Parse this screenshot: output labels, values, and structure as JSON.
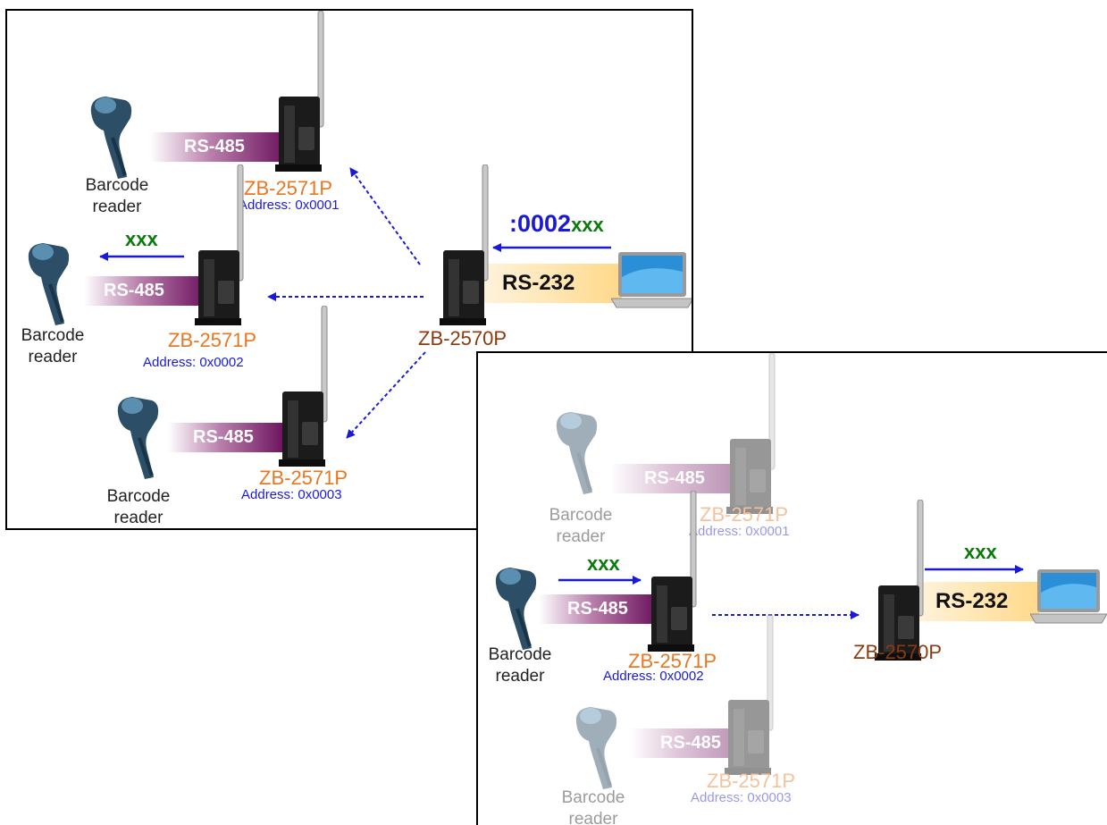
{
  "panel_a": {
    "command_address": ":0002",
    "command_payload": "xxx",
    "payload_label": "xxx",
    "rs232_label": "RS-232",
    "coordinator": {
      "model": "ZB-2570P"
    },
    "nodes": [
      {
        "model": "ZB-2571P",
        "address": "Address: 0x0001",
        "bus": "RS-485",
        "reader": [
          "Barcode",
          "reader"
        ]
      },
      {
        "model": "ZB-2571P",
        "address": "Address: 0x0002",
        "bus": "RS-485",
        "reader": [
          "Barcode",
          "reader"
        ]
      },
      {
        "model": "ZB-2571P",
        "address": "Address: 0x0003",
        "bus": "RS-485",
        "reader": [
          "Barcode",
          "reader"
        ]
      }
    ]
  },
  "panel_b": {
    "payload_in": "xxx",
    "payload_out": "xxx",
    "rs232_label": "RS-232",
    "coordinator": {
      "model": "ZB-2570P"
    },
    "nodes": [
      {
        "model": "ZB-2571P",
        "address": "Address: 0x0001",
        "bus": "RS-485",
        "reader": [
          "Barcode",
          "reader"
        ]
      },
      {
        "model": "ZB-2571P",
        "address": "Address: 0x0002",
        "bus": "RS-485",
        "reader": [
          "Barcode",
          "reader"
        ]
      },
      {
        "model": "ZB-2571P",
        "address": "Address: 0x0003",
        "bus": "RS-485",
        "reader": [
          "Barcode",
          "reader"
        ]
      }
    ]
  },
  "colors": {
    "model": "#e87722",
    "coordinator": "#8b3a0f",
    "address": "#1a1ad6",
    "payload": "#0a7a0a",
    "arrow": "#1a1ad6",
    "rs485": "#6e1660",
    "rs232": "#ffd98a"
  },
  "icons": [
    "zigbee-module-icon",
    "barcode-scanner-icon",
    "laptop-icon",
    "antenna-icon"
  ]
}
